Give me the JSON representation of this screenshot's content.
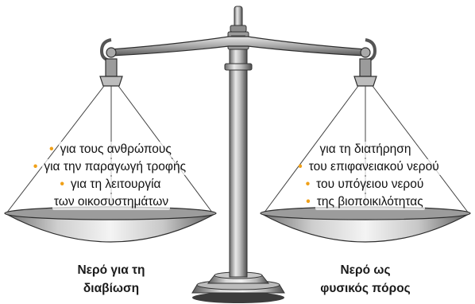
{
  "left_pan": {
    "items": [
      {
        "bullet": true,
        "text": "για τους ανθρώπους"
      },
      {
        "bullet": true,
        "text": "για την παραγωγή τροφής"
      },
      {
        "bullet": true,
        "text": "για τη λειτουργία"
      },
      {
        "bullet": false,
        "text": "των οικοσυστημάτων"
      }
    ],
    "caption_line1": "Νερό για τη",
    "caption_line2": "διαβίωση"
  },
  "right_pan": {
    "items": [
      {
        "bullet": false,
        "text": "για τη διατήρηση"
      },
      {
        "bullet": true,
        "text": "του επιφανειακού νερού"
      },
      {
        "bullet": true,
        "text": "του υπόγειου νερού"
      },
      {
        "bullet": true,
        "text": "της βιοποικιλότητας"
      }
    ],
    "caption_line1": "Νερό ως",
    "caption_line2": "φυσικός πόρος"
  },
  "colors": {
    "bullet": "#f0a018",
    "metal": "#8a8a8a",
    "dark_metal": "#3a3a3a"
  }
}
